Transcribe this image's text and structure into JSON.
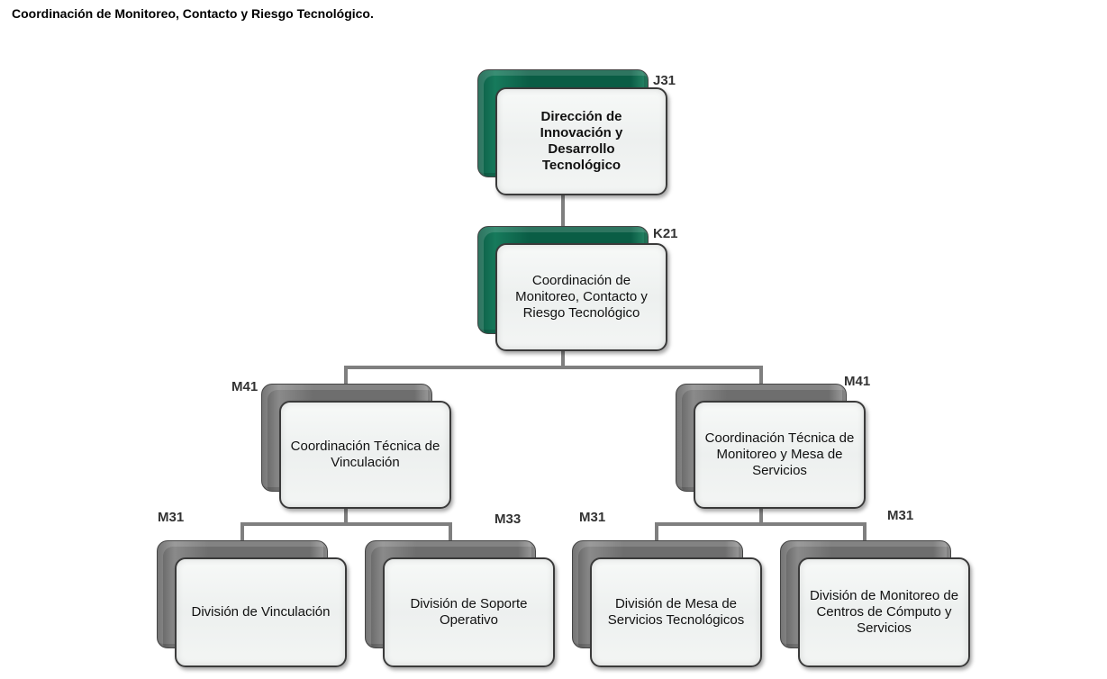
{
  "page_title": "Coordinación de Monitoreo, Contacto y Riesgo Tecnológico.",
  "colors": {
    "top_level_accent": "#0a5d45",
    "lower_level_accent": "#6e6e6e",
    "connector": "#7f7f7f"
  },
  "nodes": {
    "direccion": {
      "code": "J31",
      "label": "Dirección de Innovación y Desarrollo Tecnológico"
    },
    "coordinacion": {
      "code": "K21",
      "label": "Coordinación de Monitoreo, Contacto y Riesgo Tecnológico"
    },
    "coord_vinculacion": {
      "code": "M41",
      "label": "Coordinación Técnica de Vinculación"
    },
    "coord_monitoreo": {
      "code": "M41",
      "label": "Coordinación Técnica de Monitoreo y Mesa de Servicios"
    },
    "div_vinculacion": {
      "code": "M31",
      "label": "División de Vinculación"
    },
    "div_soporte": {
      "code": "M33",
      "label": "División de Soporte Operativo"
    },
    "div_mesa": {
      "code": "M31",
      "label": "División de Mesa de Servicios Tecnológicos"
    },
    "div_centros": {
      "code": "M31",
      "label": "División de Monitoreo de Centros de Cómputo y Servicios"
    }
  }
}
